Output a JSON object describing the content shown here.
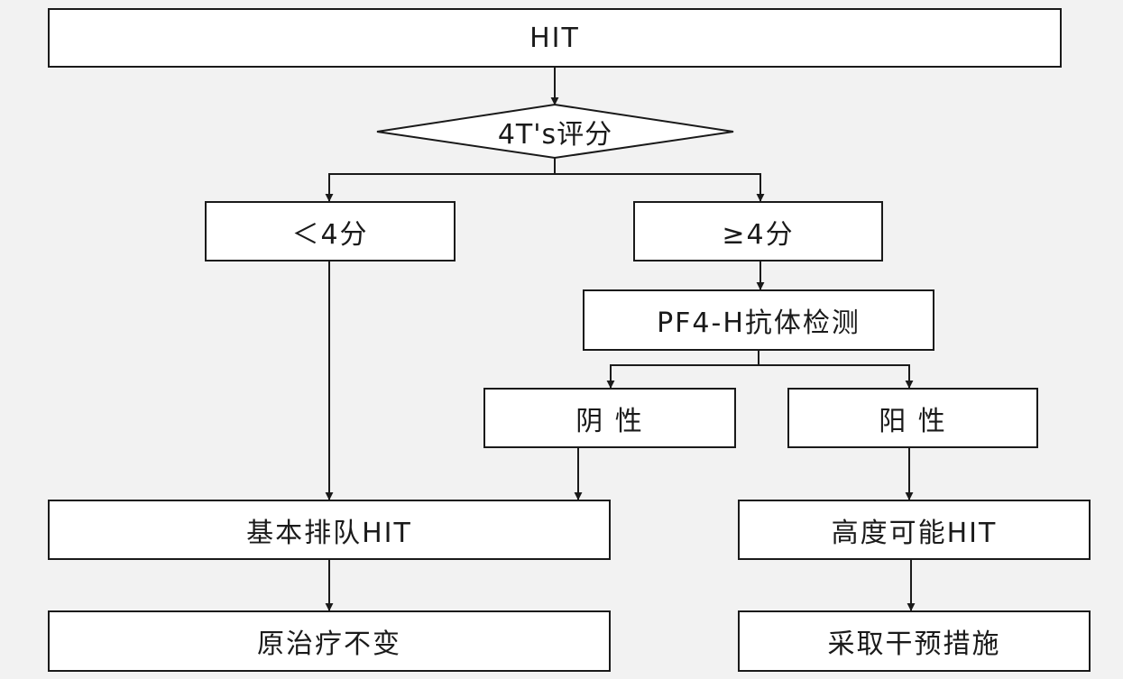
{
  "nodes": {
    "hit": "HIT",
    "score": "4T's评分",
    "low": "＜4分",
    "high": "≥4分",
    "test": "PF4-H抗体检测",
    "negative": "阴 性",
    "positive": "阳 性",
    "exclude": "基本排队HIT",
    "likely": "高度可能HIT",
    "keep": "原治疗不变",
    "intervene": "采取干预措施"
  }
}
